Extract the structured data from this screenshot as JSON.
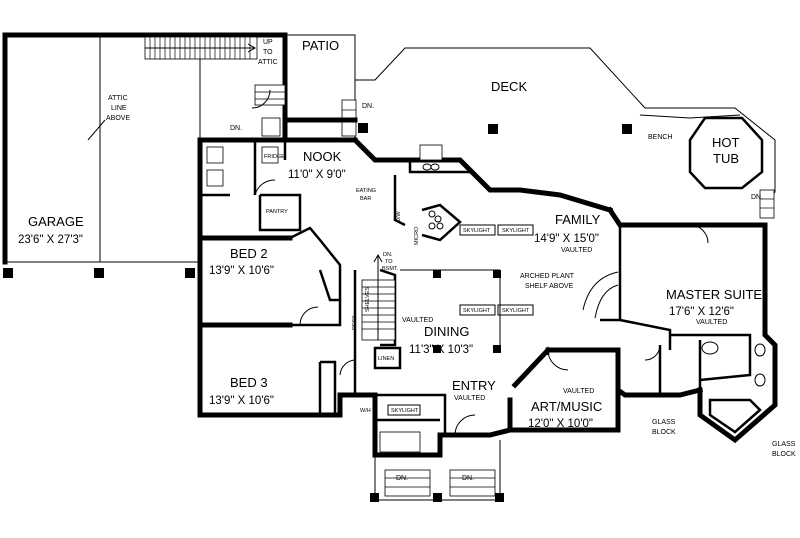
{
  "rooms": {
    "patio": {
      "name": "PATIO"
    },
    "deck": {
      "name": "DECK"
    },
    "hot_tub": {
      "line1": "HOT",
      "line2": "TUB"
    },
    "nook": {
      "name": "NOOK",
      "dim": "11'0\" X 9'0\""
    },
    "garage": {
      "name": "GARAGE",
      "dim": "23'6\" X 27'3\""
    },
    "family": {
      "name": "FAMILY",
      "dim": "14'9\" X 15'0\"",
      "note": "VAULTED"
    },
    "bed2": {
      "name": "BED 2",
      "dim": "13'9\" X 10'6\""
    },
    "bed3": {
      "name": "BED 3",
      "dim": "13'9\" X 10'6\""
    },
    "dining": {
      "note": "VAULTED",
      "name": "DINING",
      "dim": "11'3\" X 10'3\""
    },
    "master": {
      "name": "MASTER SUITE",
      "dim": "17'6\" X 12'6\"",
      "note": "VAULTED"
    },
    "entry": {
      "name": "ENTRY",
      "note": "VAULTED"
    },
    "art_music": {
      "note": "VAULTED",
      "name": "ART/MUSIC",
      "dim": "12'0\" X 10'0\""
    }
  },
  "labels": {
    "up_to_attic": [
      "UP",
      "TO",
      "ATTIC"
    ],
    "attic_line": [
      "ATTIC",
      "LINE",
      "ABOVE"
    ],
    "dn": "DN.",
    "bench": "BENCH",
    "pantry": "PANTRY",
    "eating_bar": [
      "EATING",
      "BAR"
    ],
    "dn_to_bsmt": [
      "DN.",
      "TO",
      "BSMT."
    ],
    "arched_plant": [
      "ARCHED PLANT",
      "SHELF ABOVE"
    ],
    "linen": "LINEN",
    "glass_block_1": [
      "GLASS",
      "BLOCK"
    ],
    "glass_block_2": [
      "GLASS",
      "BLOCK"
    ],
    "skylight": "SKYLIGHT",
    "fridge": "FRIDGE",
    "wh": "W/H",
    "desk": "DESK",
    "shelves": "SHELVES",
    "micro": "MICRO",
    "dw": "D/W"
  }
}
